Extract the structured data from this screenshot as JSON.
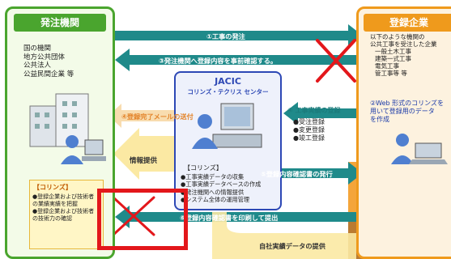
{
  "orderer": {
    "title": "発注機関",
    "items": [
      "国の機関",
      "地方公共団体",
      "公共法人",
      "公益民間企業 等"
    ]
  },
  "company": {
    "title": "登録企業",
    "subtitle_lines": [
      "以下のような機関の",
      "公共工事を受注した企業"
    ],
    "types": [
      "一般土木工事",
      "建築一式工事",
      "電気工事",
      "管工事等 等"
    ],
    "web_lines": [
      "②Web 形式のコリンズを",
      "用いて登録用のデータ",
      "を作成"
    ]
  },
  "jacic": {
    "title": "JACIC",
    "subtitle": "コリンズ・テクリス センター",
    "corins_heading": "【コリンズ】",
    "bullets": [
      "●工事実績データの収集",
      "●工事実績データベースの作成",
      "●発注機関への情報提供",
      "●システム全体の運用管理"
    ]
  },
  "corins_box": {
    "heading": "【コリンズ】",
    "bullets": [
      "●登録企業および技術者",
      "の業績実績を把握",
      "●登録企業および技術者",
      "の技術力の確認"
    ]
  },
  "steps": {
    "s1": "①工事の発注",
    "s3": "③発注機関へ登録内容を事前確認する。",
    "s4_head": "④ 工事実績の登録",
    "s4_items": [
      "●受注登録",
      "●変更登録",
      "●竣工登録"
    ],
    "s4_left": "④登録完了メールの送付",
    "s5": "⑤登録内容確認書の発行",
    "s6": "⑥登録内容確認書を印刷して提出",
    "self_data": "自社実績データの提供",
    "info": "情報提供"
  }
}
